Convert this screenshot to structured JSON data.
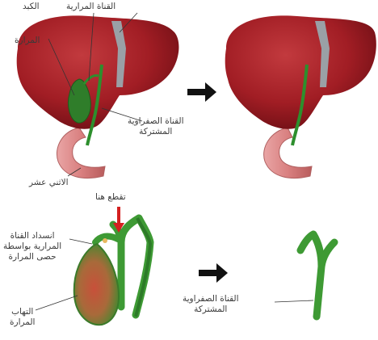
{
  "labels": {
    "liver": "الكبد",
    "cystic_duct": "القناة المرارية",
    "gallbladder": "المرارة",
    "common_bile_duct_top": "القناة الصفراوية\nالمشتركة",
    "duodenum": "الاثني عشر",
    "cut_here": "تقطع هنا",
    "obstruction": "انسداد القناة\nالمرارية بواسطة\nحصى المرارة",
    "inflammation": "التهاب\nالمرارة",
    "common_bile_duct_bottom": "القناة الصفراوية\nالمشتركة"
  },
  "colors": {
    "liver": "#a11d24",
    "liver_shadow": "#7e1219",
    "ligament": "#9aa0a6",
    "duct": "#2d8f2d",
    "duct_light": "#5cbb4a",
    "gallbladder_inflamed": "#a85a3a",
    "duodenum": "#d98a8a",
    "arrow": "#111111",
    "cut_arrow": "#d42020"
  }
}
